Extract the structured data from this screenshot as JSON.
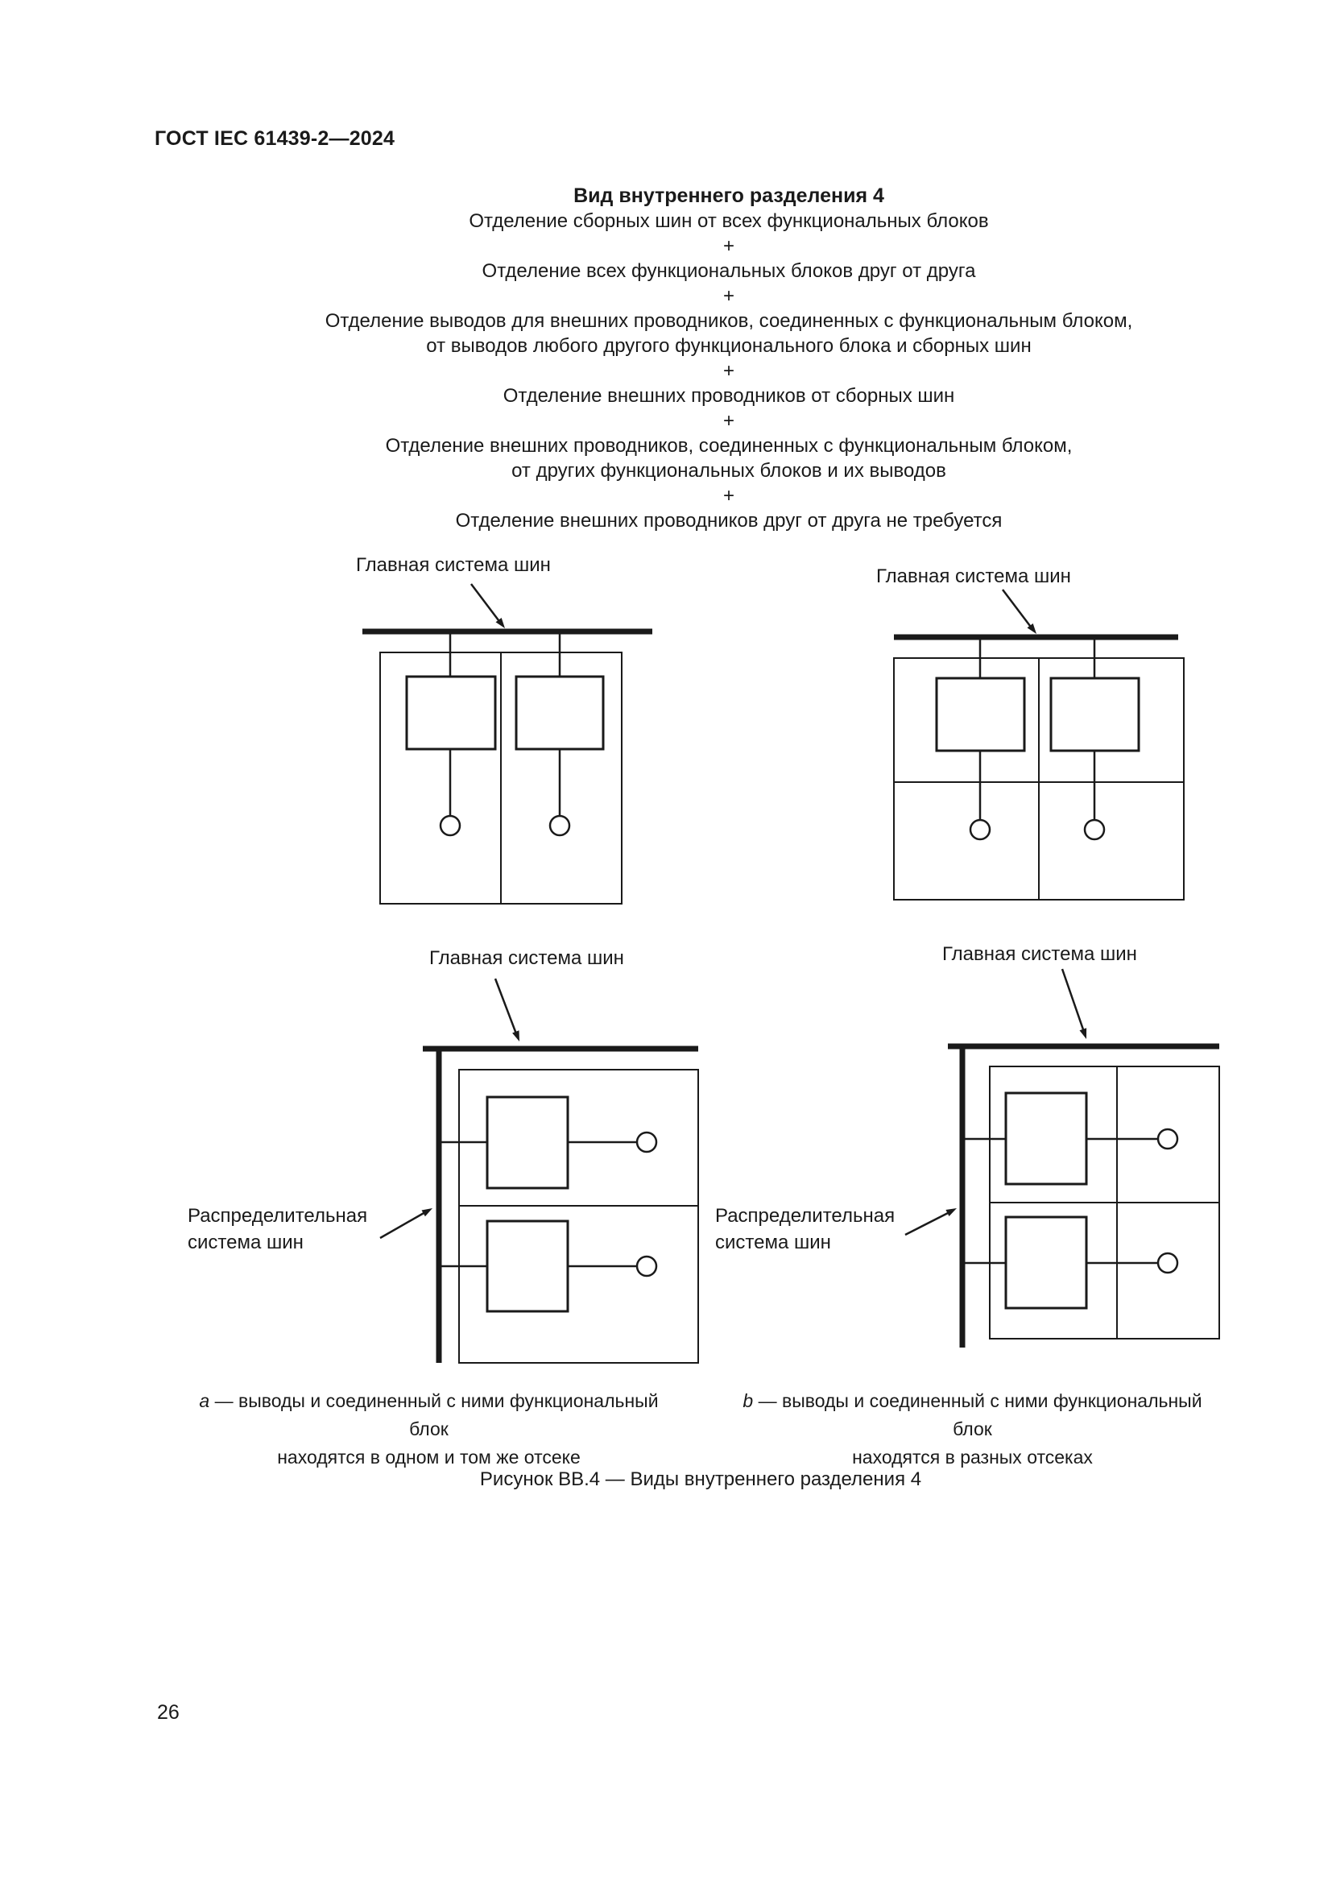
{
  "page": {
    "header": "ГОСТ IEC 61439-2—2024",
    "page_number": "26"
  },
  "separation": {
    "title": "Вид внутреннего разделения 4",
    "lines": [
      "Отделение сборных шин от всех функциональных блоков",
      "+",
      "Отделение всех функциональных блоков друг от друга",
      "+",
      "Отделение выводов для внешних проводников, соединенных с функциональным блоком,",
      "от выводов любого другого функционального блока и сборных шин",
      "+",
      "Отделение внешних проводников от сборных шин",
      "+",
      "Отделение внешних проводников, соединенных с функциональным блоком,",
      "от других функциональных блоков и их выводов",
      "+",
      "Отделение внешних проводников друг от друга не требуется"
    ]
  },
  "labels": {
    "main_bus": "Главная система шин",
    "dist_bus_line1": "Распределительная",
    "dist_bus_line2": "система шин"
  },
  "captions": {
    "a_letter": "a",
    "a_rest": " — выводы и соединенный с ними функциональный блок",
    "a_line2": "находятся в одном и том же отсеке",
    "b_letter": "b",
    "b_rest": " — выводы и соединенный с ними функциональный блок",
    "b_line2": "находятся в разных отсеках"
  },
  "figure": {
    "caption": "Рисунок ВВ.4 — Виды внутреннего разделения 4"
  },
  "colors": {
    "ink": "#1a1a1a",
    "paper": "#ffffff"
  }
}
